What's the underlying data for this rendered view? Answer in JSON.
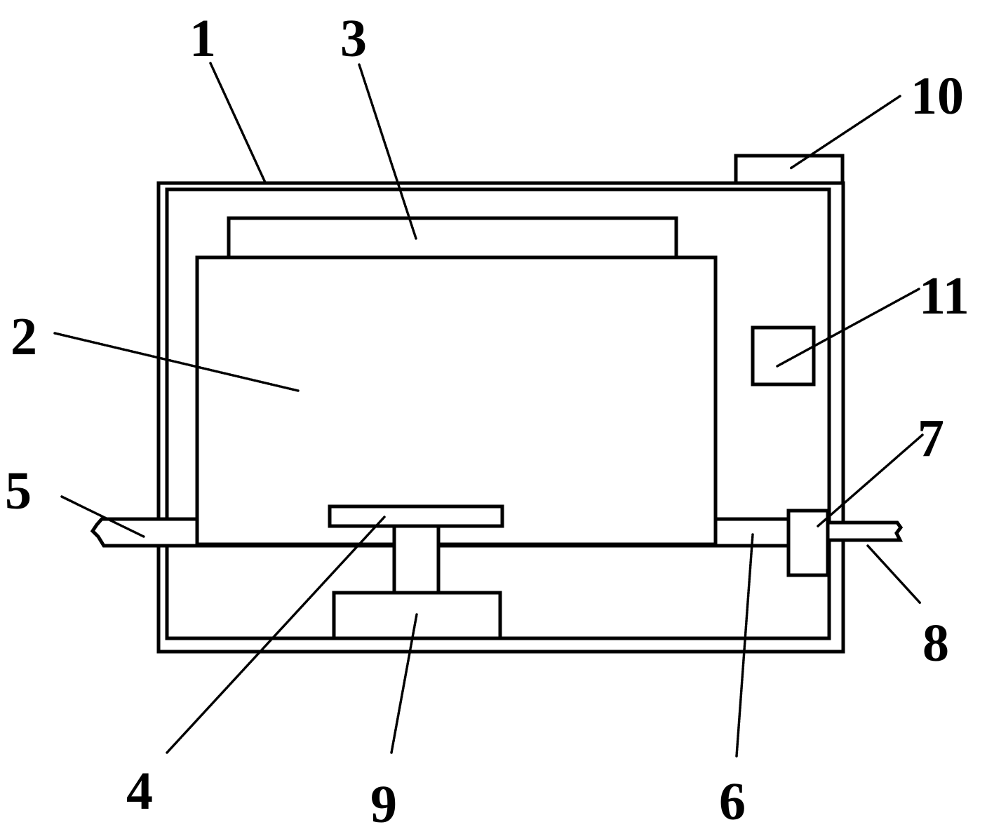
{
  "figure": {
    "callouts": [
      {
        "id": "1",
        "text": "1"
      },
      {
        "id": "2",
        "text": "2"
      },
      {
        "id": "3",
        "text": "3"
      },
      {
        "id": "4",
        "text": "4"
      },
      {
        "id": "5",
        "text": "5"
      },
      {
        "id": "6",
        "text": "6"
      },
      {
        "id": "7",
        "text": "7"
      },
      {
        "id": "8",
        "text": "8"
      },
      {
        "id": "9",
        "text": "9"
      },
      {
        "id": "10",
        "text": "10"
      },
      {
        "id": "11",
        "text": "11"
      }
    ]
  }
}
